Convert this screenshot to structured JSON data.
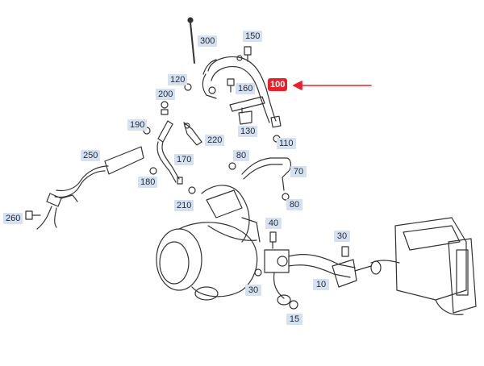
{
  "diagram": {
    "highlight_color": "#e8202a",
    "label_bg": "#d6e1f0",
    "labels": [
      {
        "id": "p300",
        "text": "300"
      },
      {
        "id": "p150",
        "text": "150"
      },
      {
        "id": "p100",
        "text": "100"
      },
      {
        "id": "p120",
        "text": "120"
      },
      {
        "id": "p160",
        "text": "160"
      },
      {
        "id": "p200",
        "text": "200"
      },
      {
        "id": "p190",
        "text": "190"
      },
      {
        "id": "p130",
        "text": "130"
      },
      {
        "id": "p220",
        "text": "220"
      },
      {
        "id": "p110",
        "text": "110"
      },
      {
        "id": "p250",
        "text": "250"
      },
      {
        "id": "p170",
        "text": "170"
      },
      {
        "id": "p80a",
        "text": "80"
      },
      {
        "id": "p70",
        "text": "70"
      },
      {
        "id": "p180",
        "text": "180"
      },
      {
        "id": "p80b",
        "text": "80"
      },
      {
        "id": "p210",
        "text": "210"
      },
      {
        "id": "p260",
        "text": "260"
      },
      {
        "id": "p40",
        "text": "40"
      },
      {
        "id": "p30a",
        "text": "30"
      },
      {
        "id": "p30b",
        "text": "30"
      },
      {
        "id": "p10",
        "text": "10"
      },
      {
        "id": "p15",
        "text": "15"
      }
    ]
  }
}
